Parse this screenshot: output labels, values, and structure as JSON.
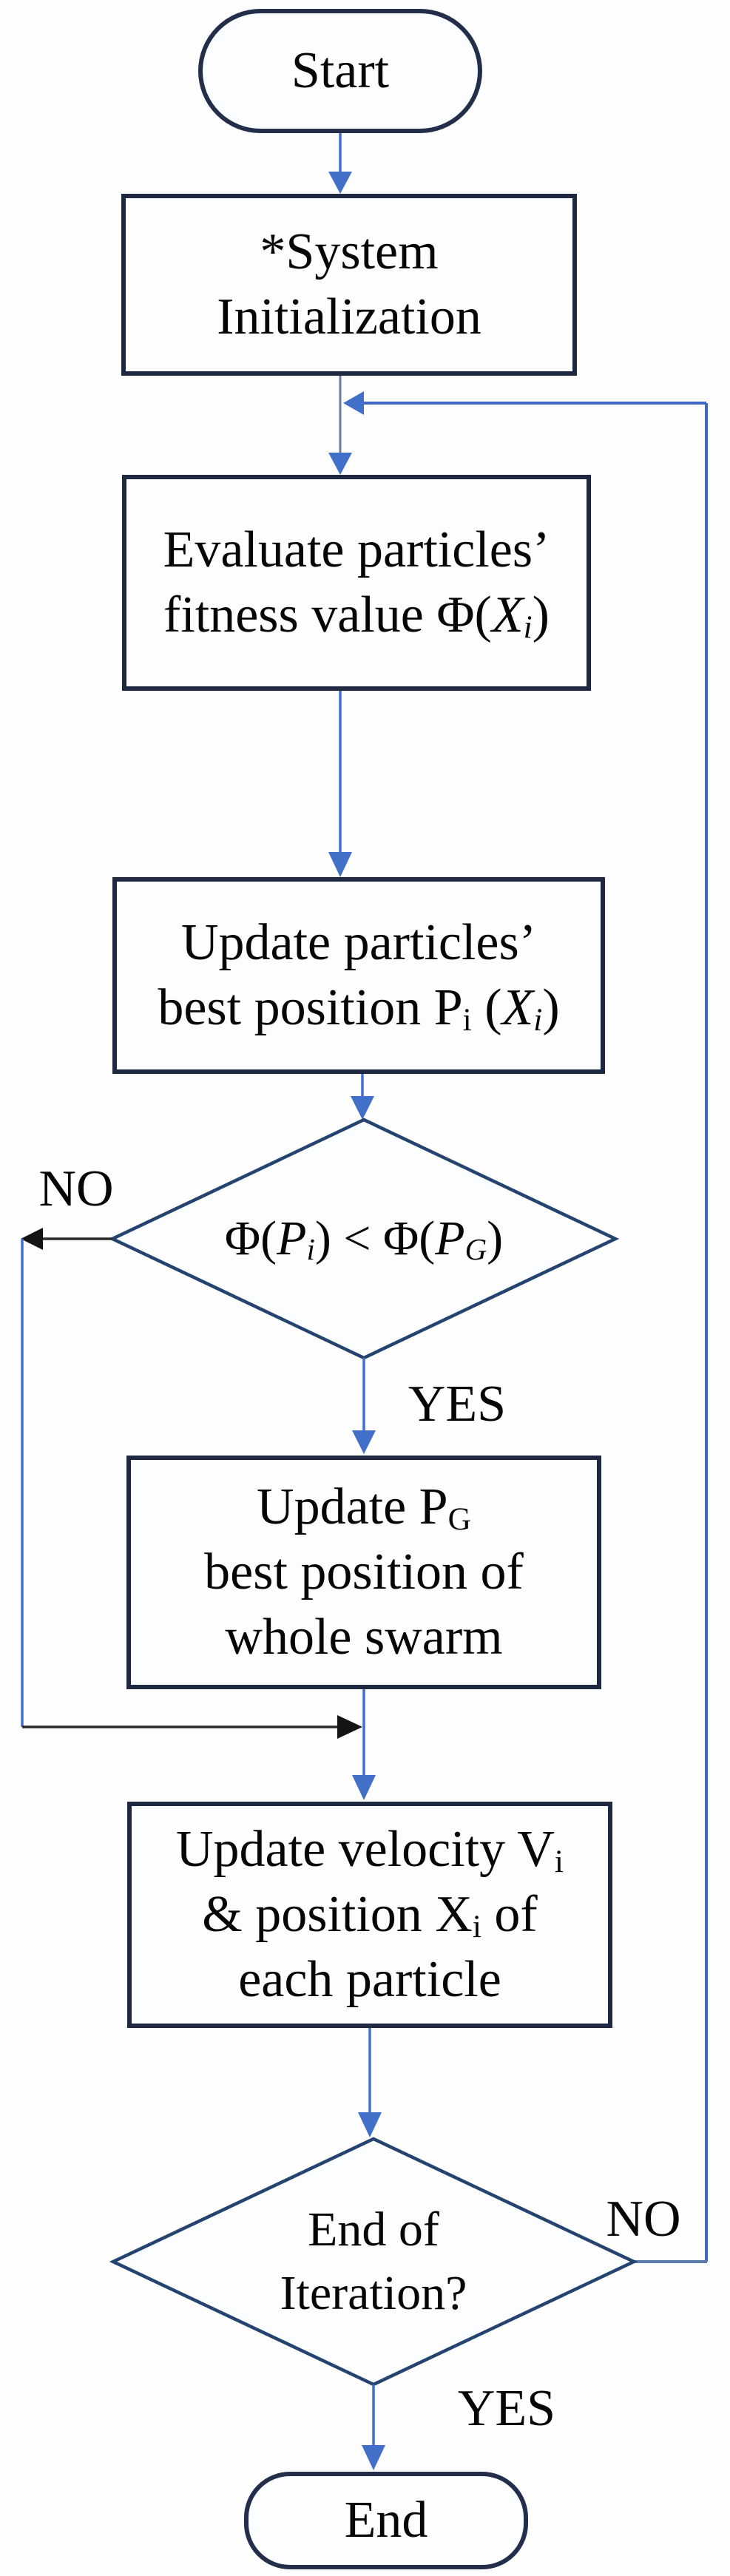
{
  "title": "PSO algorithm flowchart",
  "colors": {
    "rect_border": "#1e2941",
    "diamond_border": "#24436f",
    "stadium_border": "#232e4a",
    "connector_blue": "#4270c8",
    "connector_black": "#222222",
    "node_fill": "#fcfdff",
    "text": "#060606"
  },
  "nodes": {
    "start": {
      "label": "Start"
    },
    "init": {
      "lines": [
        [
          {
            "t": "*System"
          }
        ],
        [
          {
            "t": "Initialization"
          }
        ]
      ]
    },
    "evaluate": {
      "lines": [
        [
          {
            "t": "Evaluate particles’"
          }
        ],
        [
          {
            "t": "fitness value Φ("
          },
          {
            "t": "X",
            "s": "i"
          },
          {
            "t": "i",
            "s": "subi"
          },
          {
            "t": ")"
          }
        ]
      ]
    },
    "pbest": {
      "lines": [
        [
          {
            "t": "Update particles’"
          }
        ],
        [
          {
            "t": "best position P"
          },
          {
            "t": "i",
            "s": "sub"
          },
          {
            "t": " ("
          },
          {
            "t": "X",
            "s": "i"
          },
          {
            "t": "i",
            "s": "subi"
          },
          {
            "t": ")"
          }
        ]
      ]
    },
    "decision1": {
      "lines": [
        [
          {
            "t": "Φ("
          },
          {
            "t": "P",
            "s": "i"
          },
          {
            "t": "i",
            "s": "subi"
          },
          {
            "t": ") < Φ("
          },
          {
            "t": "P",
            "s": "i"
          },
          {
            "t": "G",
            "s": "subi"
          },
          {
            "t": ")"
          }
        ]
      ]
    },
    "gbest": {
      "lines": [
        [
          {
            "t": "Update P"
          },
          {
            "t": "G",
            "s": "sub"
          }
        ],
        [
          {
            "t": "best position of"
          }
        ],
        [
          {
            "t": "whole swarm"
          }
        ]
      ]
    },
    "velocity": {
      "lines": [
        [
          {
            "t": "Update velocity V"
          },
          {
            "t": "i",
            "s": "sub"
          }
        ],
        [
          {
            "t": "& position X"
          },
          {
            "t": "i",
            "s": "sub"
          },
          {
            "t": " of"
          }
        ],
        [
          {
            "t": "each particle"
          }
        ]
      ]
    },
    "decision2": {
      "lines": [
        [
          {
            "t": "End of"
          }
        ],
        [
          {
            "t": "Iteration?"
          }
        ]
      ]
    },
    "end": {
      "label": "End"
    }
  },
  "edge_labels": {
    "decision1_no": "NO",
    "decision1_yes": "YES",
    "decision2_no": "NO",
    "decision2_yes": "YES"
  }
}
